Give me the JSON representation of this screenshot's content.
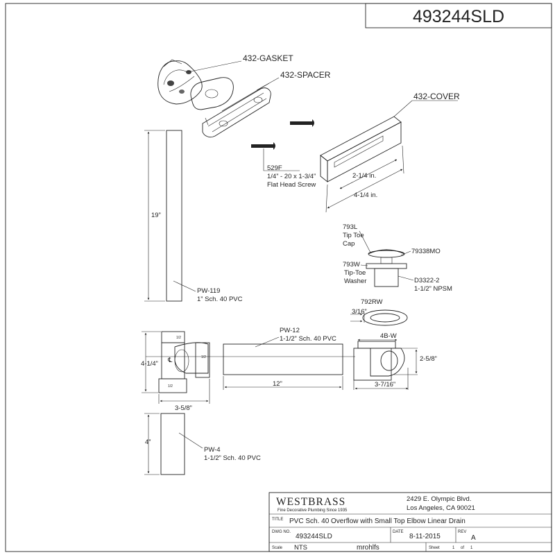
{
  "header": {
    "part_number": "493244SLD"
  },
  "parts": {
    "gasket": "432-GASKET",
    "spacer": "432-SPACER",
    "cover": "432-COVER",
    "cover_width": "2-1/4 in.",
    "cover_length": "4-1/4 in.",
    "screw_code": "529F",
    "screw_desc_1": "1/4” - 20 x 1-3/4”",
    "screw_desc_2": "Flat Head Screw",
    "cap_code": "793L",
    "cap_name_1": "Tip Toe",
    "cap_name_2": "Cap",
    "mo_code": "79338MO",
    "washer_code": "793W",
    "washer_name_1": "Tip-Toe",
    "washer_name_2": "Washer",
    "d_code": "D3322-2",
    "d_thread": "1-1/2” NPSM",
    "rw_code": "792RW",
    "rw_dim": "3/16”",
    "bw_code": "4B-W",
    "bw_height": "2-5/8”",
    "bw_width": "3-7/16”",
    "pipe_119_len": "19”",
    "pipe_119_code": "PW-119",
    "pipe_119_desc": "1” Sch. 40 PVC",
    "pipe_12_code": "PW-12",
    "pipe_12_desc": "1-1/2” Sch. 40 PVC",
    "pipe_12_len": "12”",
    "tee_height": "4-1/4”",
    "tee_width": "3-5/8”",
    "centerline": "℄",
    "tee_mark": "1/2",
    "pipe_4_len": "4”",
    "pipe_4_code": "PW-4",
    "pipe_4_desc": "1-1/2” Sch. 40 PVC"
  },
  "title_block": {
    "brand": "WESTBRASS",
    "tagline": "Fine Decorative Plumbing Since 1935",
    "address_1": "2429 E. Olympic Blvd.",
    "address_2": "Los Angeles, CA 90021",
    "title_label": "TITLE",
    "title": "PVC Sch. 40 Overflow with Small Top Elbow Linear Drain",
    "dwg_label": "DWG NO.",
    "dwg_no": "493244SLD",
    "date_label": "DATE",
    "date": "8-11-2015",
    "rev_label": "REV",
    "rev": "A",
    "scale_label": "Scale",
    "scale": "NTS",
    "drawn_by": "mrohlfs",
    "sheet_label": "Sheet",
    "sheet_no": "1",
    "sheet_of": "of",
    "sheet_total": "1"
  }
}
